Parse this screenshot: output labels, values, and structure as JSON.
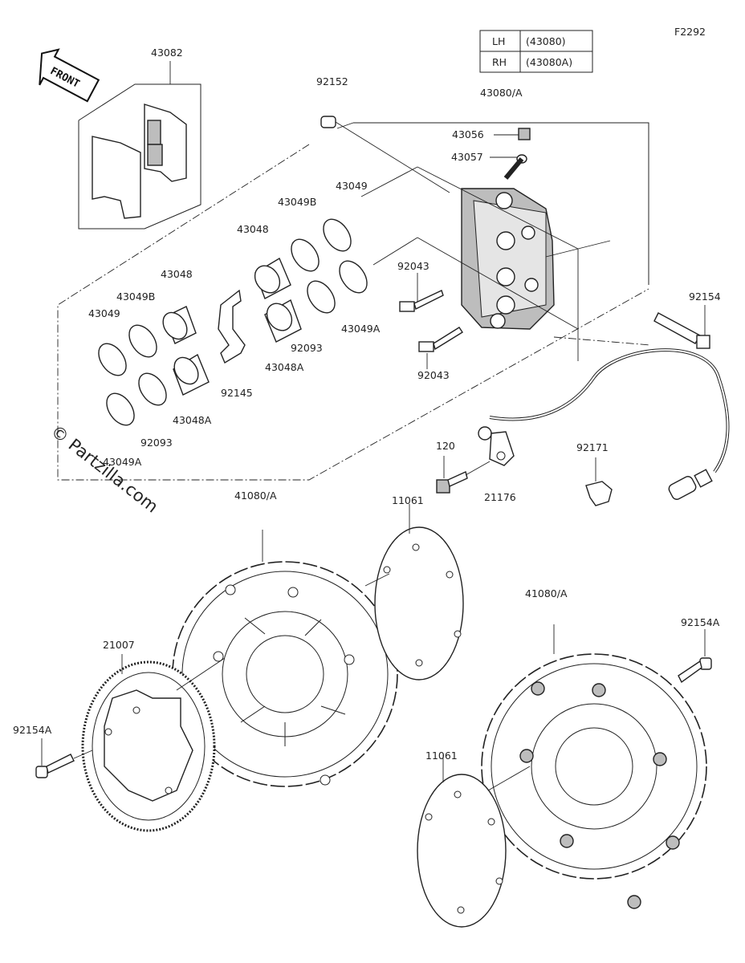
{
  "figure_code": "F2292",
  "watermark": "© Partzilla.com",
  "front_arrow_label": "FRONT",
  "side_table": [
    {
      "side": "LH",
      "part": "(43080)"
    },
    {
      "side": "RH",
      "part": "(43080A)"
    }
  ],
  "callouts": {
    "c43082": "43082",
    "c92152": "92152",
    "c43080a": "43080/A",
    "c43056": "43056",
    "c43057": "43057",
    "c43049_a": "43049",
    "c43049b_a": "43049B",
    "c43048_a": "43048",
    "c92043_a": "92043",
    "c43048_b": "43048",
    "c43049b_b": "43049B",
    "c43049_b": "43049",
    "c92154": "92154",
    "c43049a_a": "43049A",
    "c92093_a": "92093",
    "c43048a_a": "43048A",
    "c92043_b": "92043",
    "c92145": "92145",
    "c43048a_b": "43048A",
    "c92093_b": "92093",
    "c43049a_b": "43049A",
    "c120": "120",
    "c92171": "92171",
    "c21176": "21176",
    "c41080a_a": "41080/A",
    "c11061_a": "11061",
    "c41080a_b": "41080/A",
    "c92154a_a": "92154A",
    "c21007": "21007",
    "c92154a_b": "92154A",
    "c11061_b": "11061"
  }
}
